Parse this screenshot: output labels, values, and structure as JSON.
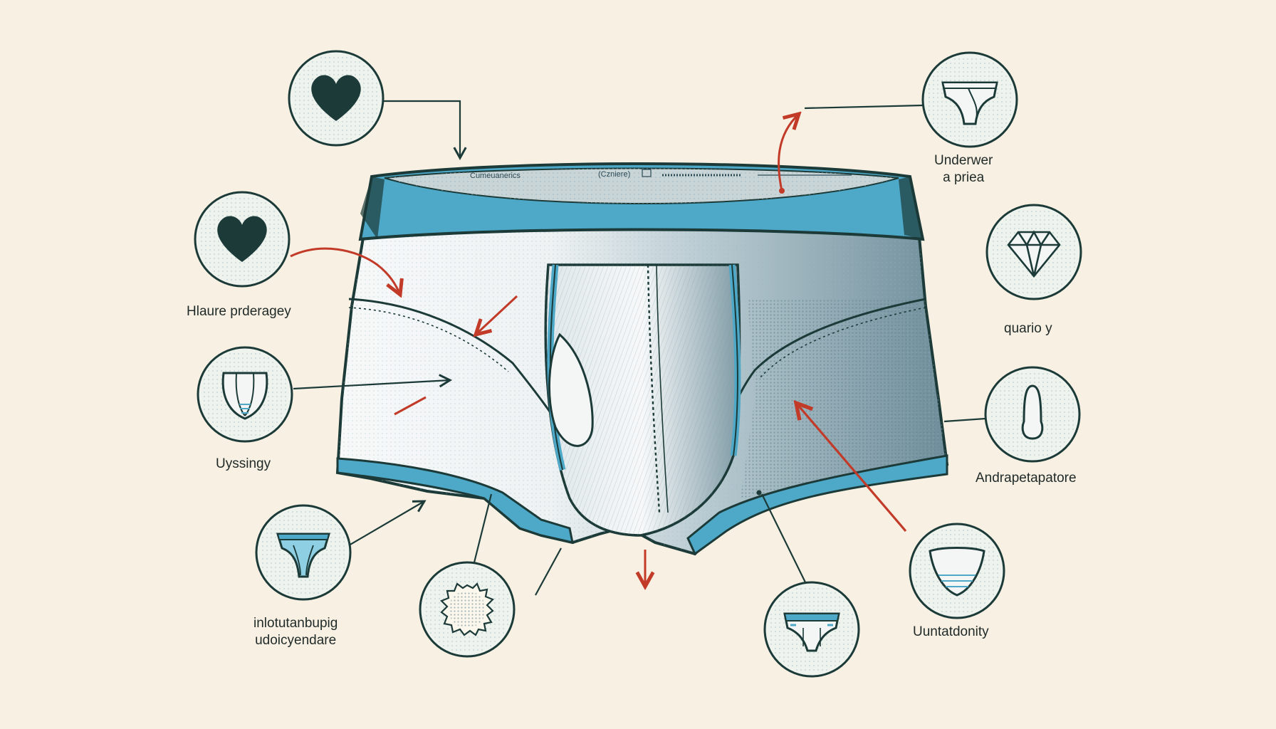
{
  "colors": {
    "background": "#f8f0e2",
    "waistband": "#4ea8c8",
    "outline": "#1b3a38",
    "arrow_red": "#c23a28",
    "fabric": "#f4f6f6",
    "fabric_shade": "#8da7b3"
  },
  "waistband": {
    "text_left": "Cumeuanerics",
    "text_center": "(Czniere)"
  },
  "callouts": [
    {
      "id": "top-left",
      "icon": "heart-icon",
      "label_lines": []
    },
    {
      "id": "mid-left",
      "icon": "heart-icon",
      "label_lines": [
        "Hlaure prderagey"
      ]
    },
    {
      "id": "left",
      "icon": "pouch-icon",
      "label_lines": [
        "Uyssingy"
      ]
    },
    {
      "id": "bottom-left",
      "icon": "brief-icon",
      "label_lines": [
        "inlotutanbupig",
        "udoicyendare"
      ]
    },
    {
      "id": "bottom-center",
      "icon": "fabric-texture-icon",
      "label_lines": []
    },
    {
      "id": "top-right",
      "icon": "brief-icon",
      "label_lines": [
        "Underwer",
        "a priea"
      ]
    },
    {
      "id": "mid-right",
      "icon": "diamond-icon",
      "label_lines": [
        "quario y"
      ]
    },
    {
      "id": "right",
      "icon": "drop-icon",
      "label_lines": [
        "Andrapetapatore"
      ]
    },
    {
      "id": "bottom-right-upper",
      "icon": "cup-icon",
      "label_lines": [
        "Uuntatdonity"
      ]
    },
    {
      "id": "bottom-right-lower",
      "icon": "brief-icon",
      "label_lines": []
    }
  ]
}
